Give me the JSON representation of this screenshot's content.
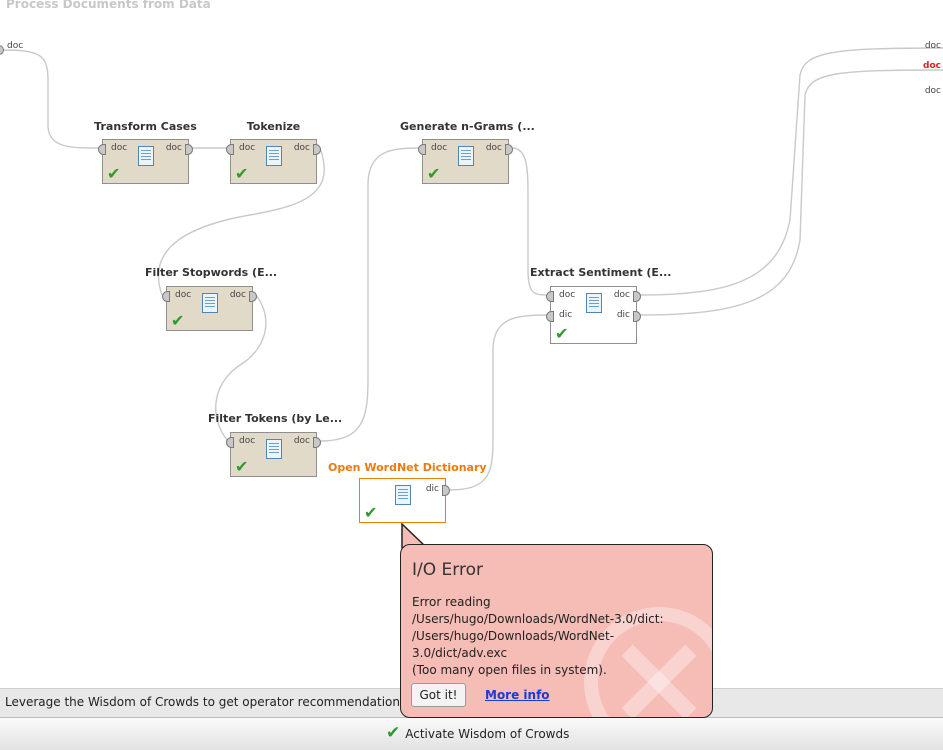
{
  "process": {
    "title": "Process Documents from Data"
  },
  "external_ports": {
    "left_in": "doc",
    "right_out": [
      "doc",
      "doc",
      "doc"
    ]
  },
  "operators": {
    "transform_cases": {
      "title": "Transform Cases",
      "in": "doc",
      "out": "doc"
    },
    "tokenize": {
      "title": "Tokenize",
      "in": "doc",
      "out": "doc"
    },
    "generate_ngrams": {
      "title": "Generate n-Grams (...",
      "in": "doc",
      "out": "doc"
    },
    "filter_stopwords": {
      "title": "Filter Stopwords (E...",
      "in": "doc",
      "out": "doc"
    },
    "extract_sentiment": {
      "title": "Extract Sentiment (E...",
      "in1": "doc",
      "in2": "dic",
      "out1": "doc",
      "out2": "dic"
    },
    "filter_tokens": {
      "title": "Filter Tokens (by Le...",
      "in": "doc",
      "out": "doc"
    },
    "open_wordnet": {
      "title": "Open WordNet Dictionary",
      "out": "dic"
    }
  },
  "error_popup": {
    "title": "I/O Error",
    "message_lines": [
      "Error reading",
      "/Users/hugo/Downloads/WordNet-3.0/dict:",
      "/Users/hugo/Downloads/WordNet-3.0/dict/adv.exc",
      "(Too many open files in system)."
    ],
    "got_it_label": "Got it!",
    "more_info_label": "More info"
  },
  "wisdom": {
    "info_text": "Leverage the Wisdom of Crowds to get operator recommendations base",
    "activate_label": "Activate Wisdom of Crowds"
  },
  "colors": {
    "selected_border": "#f07c00",
    "popup_bg": "#f6bcb6",
    "check": "#2f9a2f",
    "link": "#1a3bd8",
    "error_port": "#e02020"
  },
  "icons": {
    "operator": "document-icon",
    "status": "checkmark-icon",
    "popup_bg": "error-x-icon"
  }
}
